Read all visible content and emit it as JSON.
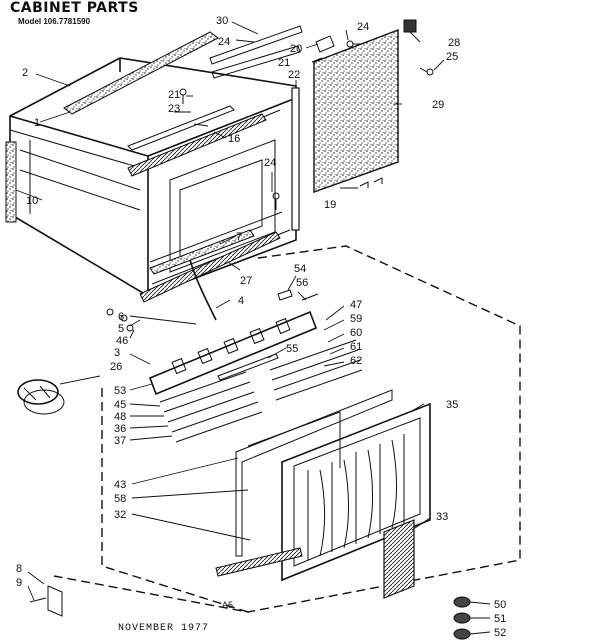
{
  "header": {
    "title": "CABINET PARTS",
    "model": "Model 106.7781590"
  },
  "footer": {
    "date": "NOVEMBER 1977",
    "code": "A5"
  },
  "callouts": [
    "30",
    "24",
    "20",
    "24",
    "28",
    "25",
    "2",
    "21",
    "22",
    "29",
    "1",
    "21",
    "23",
    "16",
    "24",
    "10",
    "19",
    "7",
    "27",
    "54",
    "56",
    "4",
    "6",
    "5",
    "46",
    "47",
    "59",
    "60",
    "61",
    "62",
    "55",
    "3",
    "26",
    "53",
    "45",
    "48",
    "36",
    "37",
    "35",
    "43",
    "58",
    "32",
    "33",
    "8",
    "9",
    "50",
    "51",
    "52"
  ]
}
